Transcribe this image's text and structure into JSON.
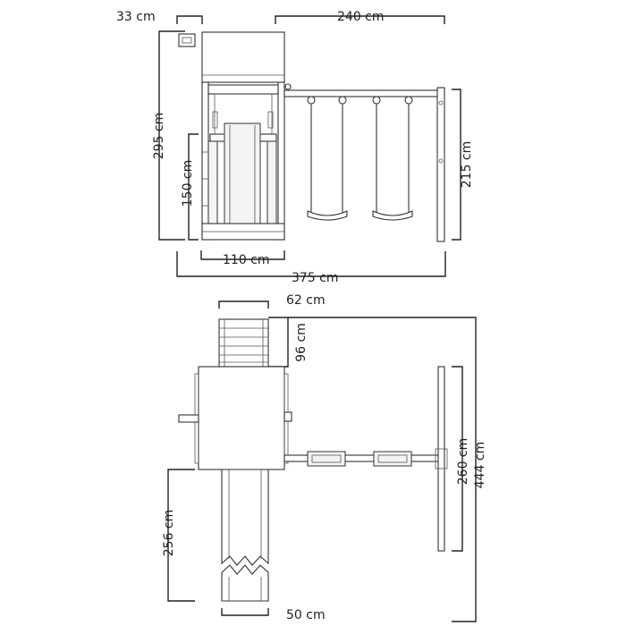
{
  "front_view": {
    "labels": {
      "tower_width": "33 cm",
      "beam_length": "240 cm",
      "total_height": "295 cm",
      "platform_height": "150 cm",
      "swing_height": "215 cm",
      "slide_width": "110 cm",
      "total_width": "375 cm"
    }
  },
  "top_view": {
    "labels": {
      "ladder_width": "62 cm",
      "ladder_length": "96 cm",
      "slide_length": "256 cm",
      "slide_width": "50 cm",
      "swing_frame_width": "260 cm",
      "total_length": "444 cm"
    }
  }
}
